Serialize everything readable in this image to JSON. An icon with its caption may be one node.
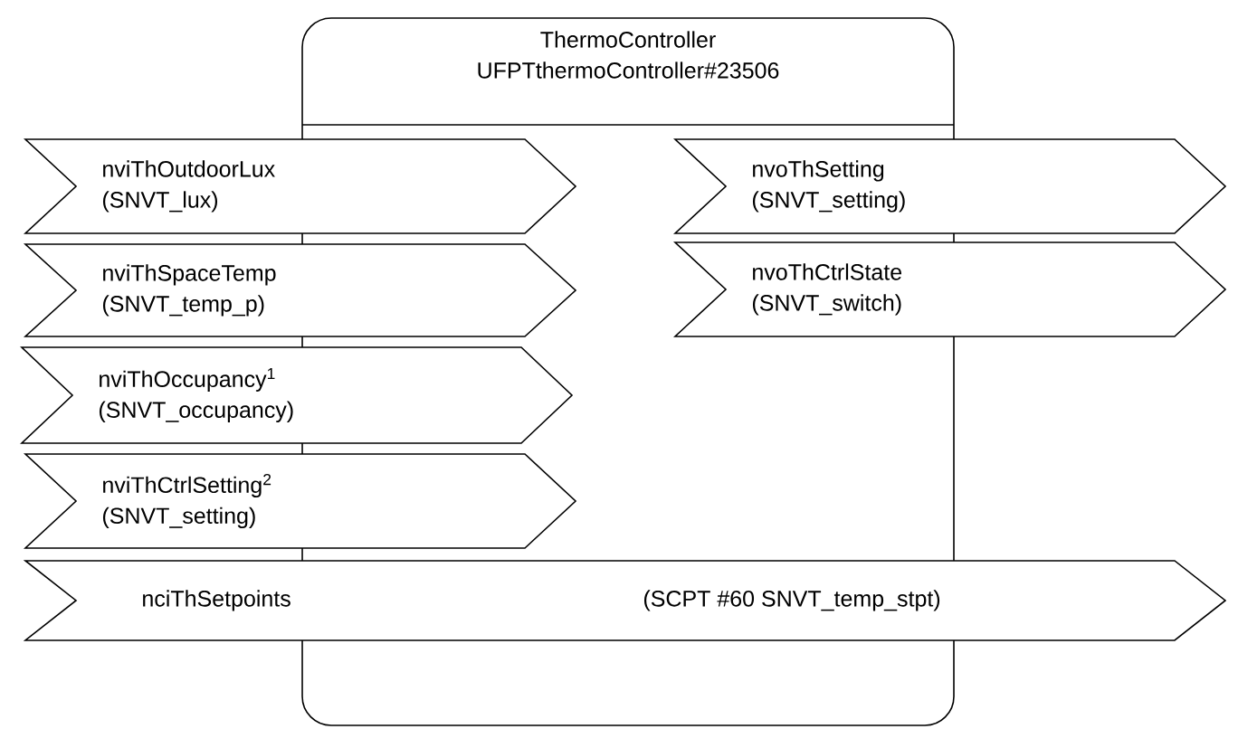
{
  "diagram": {
    "nodes": [
      {
        "text": [
          "ThermoController",
          "UFPTthermoController#23506"
        ]
      },
      {
        "text": [
          "nviThOutdoorLux",
          "(SNVT_lux)"
        ]
      },
      {
        "text": [
          "nvoThSetting",
          "(SNVT_setting)"
        ]
      },
      {
        "text": [
          "nviThSpaceTemp",
          "(SNVT_temp_p)"
        ]
      },
      {
        "text": [
          "nvoThCtrlState",
          "(SNVT_switch)"
        ]
      },
      {
        "text": [
          "nviThOccupancy$^{1}$",
          "(SNVT_occupancy)"
        ]
      },
      {
        "text": [
          "nviThCtrlSetting$^{2}$",
          "(SNVT_setting)"
        ]
      },
      {
        "text": [
          "nciThSetpoints",
          "(SCPT #60 SNVT_temp_stpt)"
        ]
      }
    ]
  }
}
